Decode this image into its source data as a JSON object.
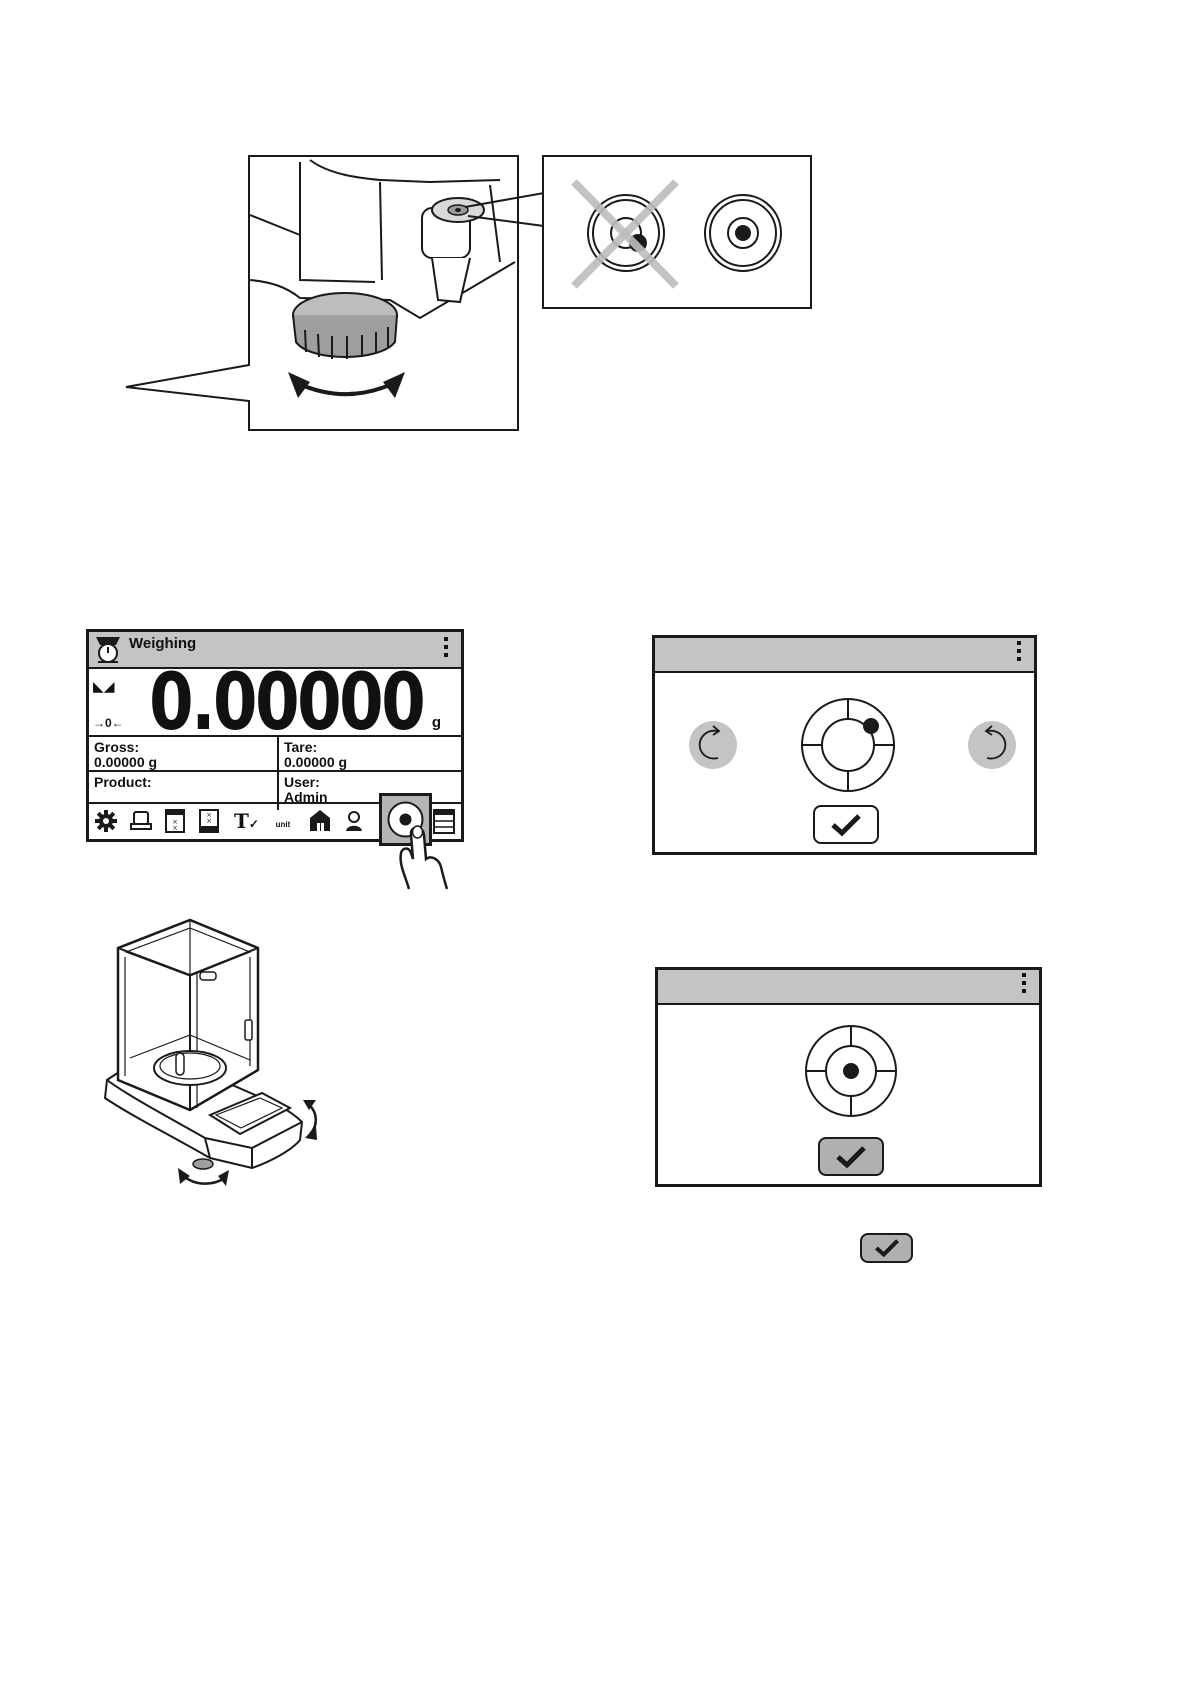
{
  "screen": {
    "title": "Weighing",
    "value": "0.00000",
    "unit": "g",
    "zero_indicator": "→0←",
    "stable_indicator": "◣◢",
    "gross_label": "Gross:",
    "gross_value": "0.00000 g",
    "tare_label": "Tare:",
    "tare_value": "0.00000 g",
    "product_label": "Product:",
    "product_value": "",
    "user_label": "User:",
    "user_value": "Admin",
    "text_icon_label": "T",
    "units_icon_label": "unit"
  },
  "icons": {
    "toolbar": [
      "gear-icon",
      "scale-icon",
      "database-icon",
      "counting-icon",
      "text-check-icon",
      "units-icon",
      "home-icon",
      "user-icon",
      "level-icon",
      "list-icon"
    ],
    "dialog_rotate_left": "rotate-left-icon",
    "dialog_rotate_right": "rotate-right-icon",
    "confirm": "checkmark-icon"
  },
  "colors": {
    "bar_gray": "#c4c4c4",
    "button_gray": "#b0b0b0",
    "cross_gray": "#bdbdbd",
    "outline": "#1a1a1a"
  }
}
